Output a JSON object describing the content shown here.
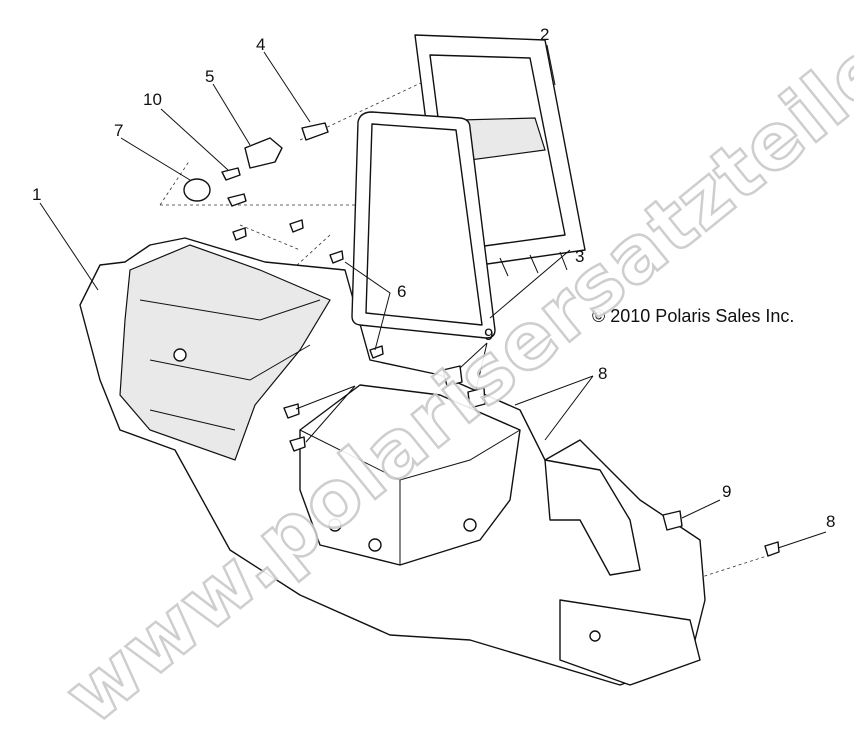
{
  "diagram": {
    "callouts": {
      "c1": "1",
      "c2": "2",
      "c3": "3",
      "c4": "4",
      "c5": "5",
      "c6": "6",
      "c7": "7",
      "c8a": "8",
      "c8b": "8",
      "c9a": "9",
      "c9b": "9",
      "c10": "10"
    },
    "copyright": "© 2010 Polaris Sales Inc.",
    "watermark": "www.polarisersatzteile.de"
  }
}
